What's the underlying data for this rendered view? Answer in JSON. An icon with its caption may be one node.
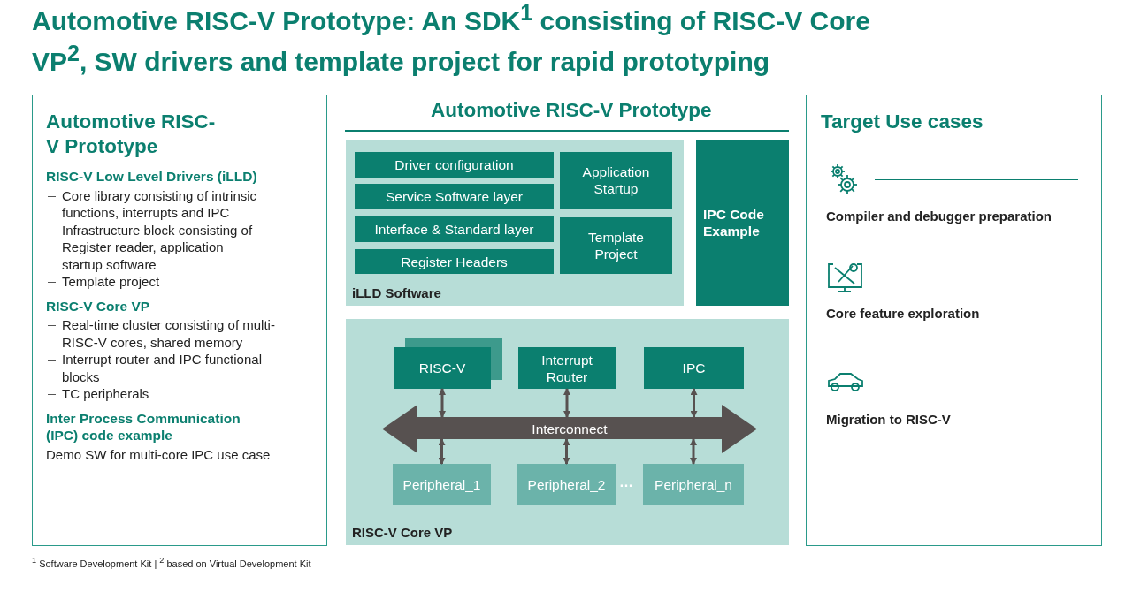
{
  "diagram": {
    "title": "Automotive RISC-V Prototype: An SDK$^{1}$ consisting of RISC-V Core VP$^{2}$, SW drivers and template project for rapid prototyping",
    "nodes": [
      {
        "text": [
          "Automotive RISC-V Prototype",
          "RISC-V Low Level Drivers (iLLD)",
          "Core library consisting of intrinsic functions, interrupts and IPC",
          "Infrastructure block consisting of Register reader, application startup software",
          "Template project",
          "RISC-V Core VP",
          "Real-time cluster consisting of multi-RISC-V cores, shared memory",
          "Interrupt router and IPC functional blocks",
          "TC peripherals",
          "Inter Process Communication (IPC) code example",
          "Demo SW for multi-core IPC use case"
        ]
      },
      {
        "text": [
          "iLLD Software"
        ]
      },
      {
        "text": [
          "Driver configuration"
        ],
        "in": 1
      },
      {
        "text": [
          "Service Software layer"
        ],
        "in": 1
      },
      {
        "text": [
          "Interface & Standard layer"
        ],
        "in": 1
      },
      {
        "text": [
          "Register Headers"
        ],
        "in": 1
      },
      {
        "text": [
          "Application Startup"
        ],
        "in": 1
      },
      {
        "text": [
          "Template Project"
        ],
        "in": 1
      },
      {
        "text": [
          "IPC Code Example"
        ]
      },
      {
        "text": [
          "RISC-V Core VP"
        ]
      },
      {
        "text": [
          "RISC-V"
        ],
        "in": 9
      },
      {
        "text": [
          "Interrupt Router"
        ],
        "in": 9
      },
      {
        "text": [
          "IPC"
        ],
        "in": 9
      },
      {
        "text": [
          "Interconnect"
        ],
        "in": 9
      },
      {
        "text": [
          "Peripheral_1"
        ],
        "in": 9
      },
      {
        "text": [
          "Peripheral_2"
        ],
        "in": 9
      },
      {
        "text": [
          "Peripheral_n"
        ],
        "in": 9
      },
      {
        "text": [
          "Target Use cases",
          "Compiler and debugger preparation",
          "Core feature exploration",
          "Migration to RISC-V"
        ]
      }
    ],
    "edges": [
      {
        "from": 10,
        "to": 13,
        "arrow": "both"
      },
      {
        "from": 11,
        "to": 13,
        "arrow": "both"
      },
      {
        "from": 12,
        "to": 13,
        "arrow": "both"
      },
      {
        "from": 13,
        "to": 14,
        "arrow": "both"
      },
      {
        "from": 13,
        "to": 15,
        "arrow": "both"
      },
      {
        "from": 13,
        "to": 16,
        "arrow": "both"
      }
    ],
    "labels": [
      "Automotive RISC-V Prototype",
      "…",
      "$^{1}$ Software Development Kit | $^{2}$ based on Virtual Development Kit"
    ]
  }
}
